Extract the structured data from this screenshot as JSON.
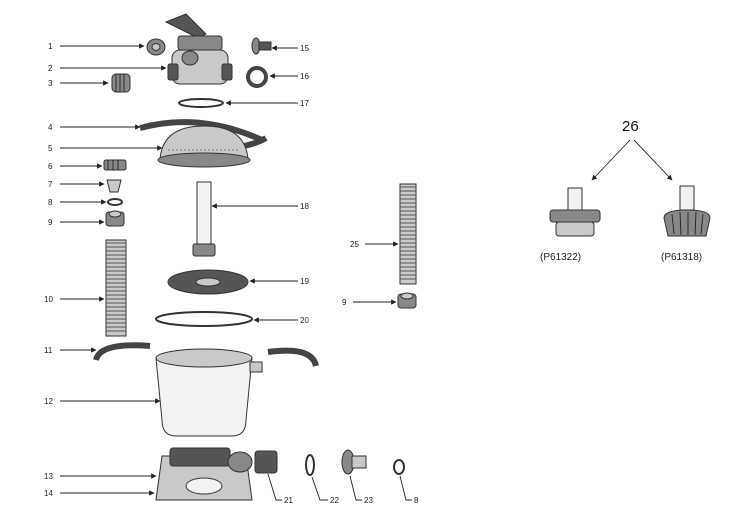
{
  "diagram": {
    "part_numbers": [
      "1",
      "2",
      "3",
      "4",
      "5",
      "6",
      "7",
      "8",
      "9",
      "10",
      "11",
      "12",
      "13",
      "14",
      "15",
      "16",
      "17",
      "18",
      "19",
      "20",
      "21",
      "22",
      "23",
      "25",
      "9",
      "8"
    ],
    "callout": {
      "number": "26",
      "variant_left": "(P61322)",
      "variant_right": "(P61318)"
    }
  },
  "colors": {
    "ink": "#222222",
    "part_dark": "#555555",
    "part_mid": "#888888",
    "part_light": "#c9c9c9"
  }
}
